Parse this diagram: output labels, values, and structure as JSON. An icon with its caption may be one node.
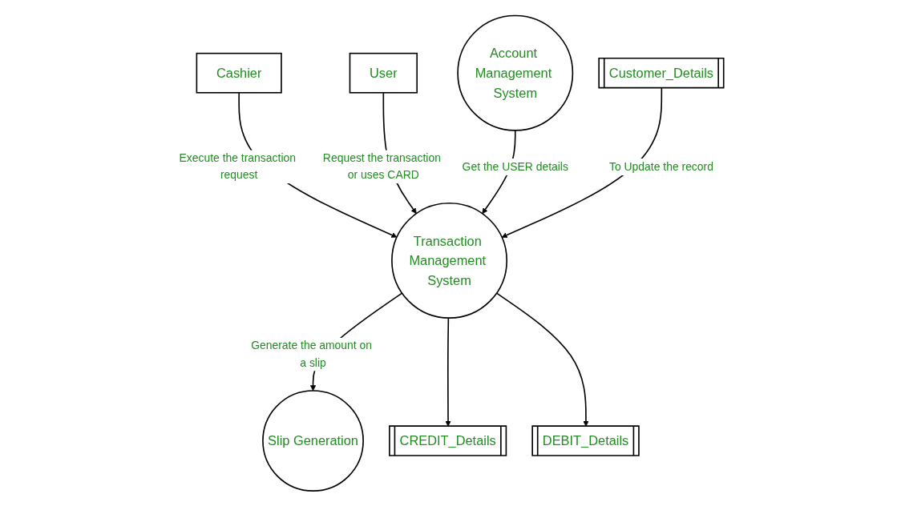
{
  "diagram": {
    "nodes": [
      {
        "text": [
          "Cashier"
        ]
      },
      {
        "text": [
          "User"
        ]
      },
      {
        "text": [
          "Customer_Details"
        ]
      },
      {
        "text": [
          "Transaction Management System"
        ]
      },
      {
        "text": [
          "Account Management System"
        ]
      },
      {
        "text": [
          "Slip Generation"
        ]
      },
      {
        "text": [
          "CREDIT_Details"
        ]
      },
      {
        "text": [
          "DEBIT_Details"
        ]
      }
    ],
    "edges": [
      {
        "from": 0,
        "to": 3,
        "arrow": "to",
        "label": "Execute the transaction request"
      },
      {
        "from": 1,
        "to": 3,
        "arrow": "to",
        "label": "Request the transaction or uses CARD"
      },
      {
        "from": 4,
        "to": 3,
        "arrow": "to",
        "label": "Get the USER details"
      },
      {
        "from": 2,
        "to": 3,
        "arrow": "to",
        "label": "To Update the record"
      },
      {
        "from": 3,
        "to": 5,
        "arrow": "to",
        "label": "Generate the amount on a slip"
      },
      {
        "from": 3,
        "to": 6,
        "arrow": "to"
      },
      {
        "from": 3,
        "to": 7,
        "arrow": "to"
      }
    ]
  }
}
